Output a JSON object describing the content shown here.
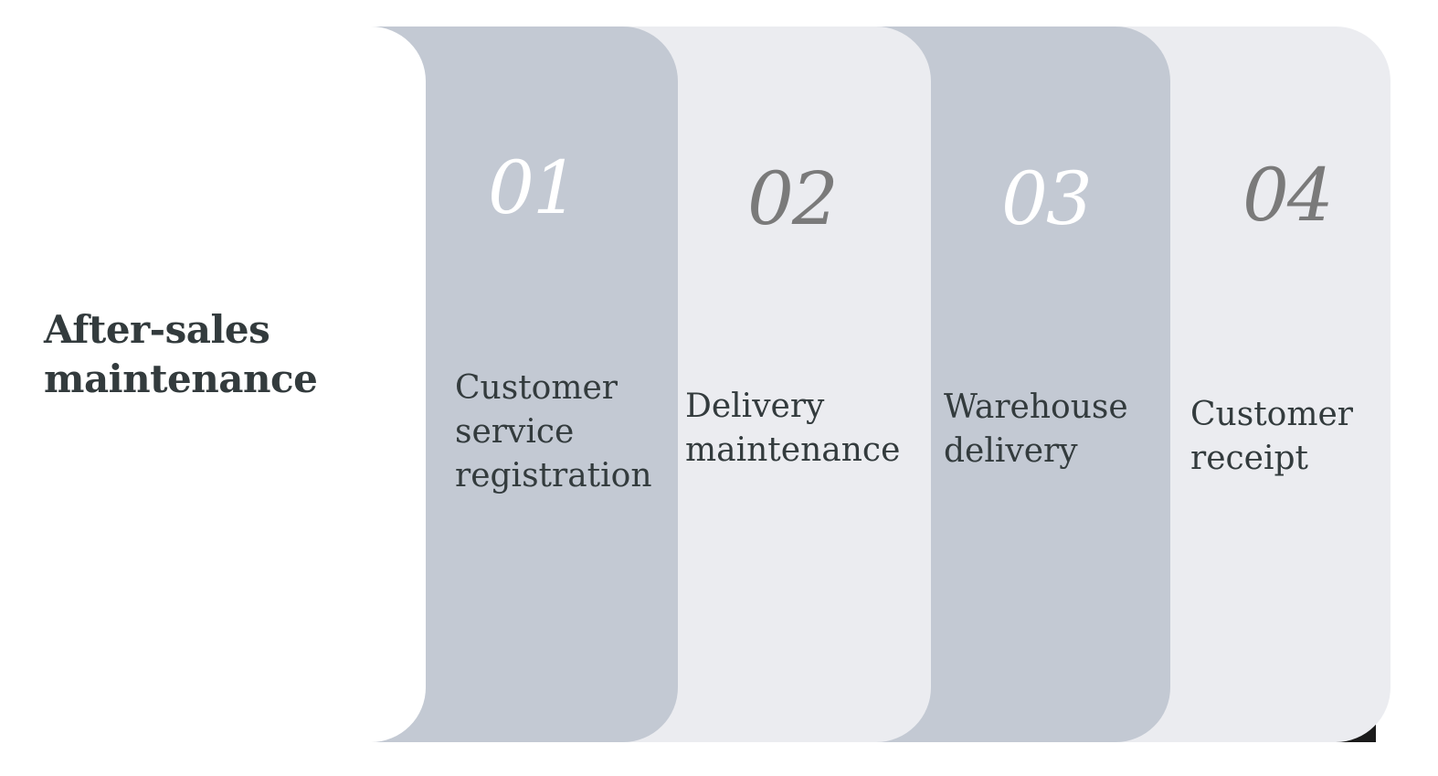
{
  "title": "After-sales\nmaintenance",
  "colors": {
    "dark_panel": "#c3c9d3",
    "light_panel": "#ebecf0",
    "number_on_dark": "#ffffff",
    "number_on_light": "#7a7a7a",
    "text": "#333b3d"
  },
  "steps": [
    {
      "number": "01",
      "label": "Customer\nservice\nregistration"
    },
    {
      "number": "02",
      "label": "Delivery\nmaintenance"
    },
    {
      "number": "03",
      "label": "Warehouse\ndelivery"
    },
    {
      "number": "04",
      "label": "Customer\nreceipt"
    }
  ]
}
